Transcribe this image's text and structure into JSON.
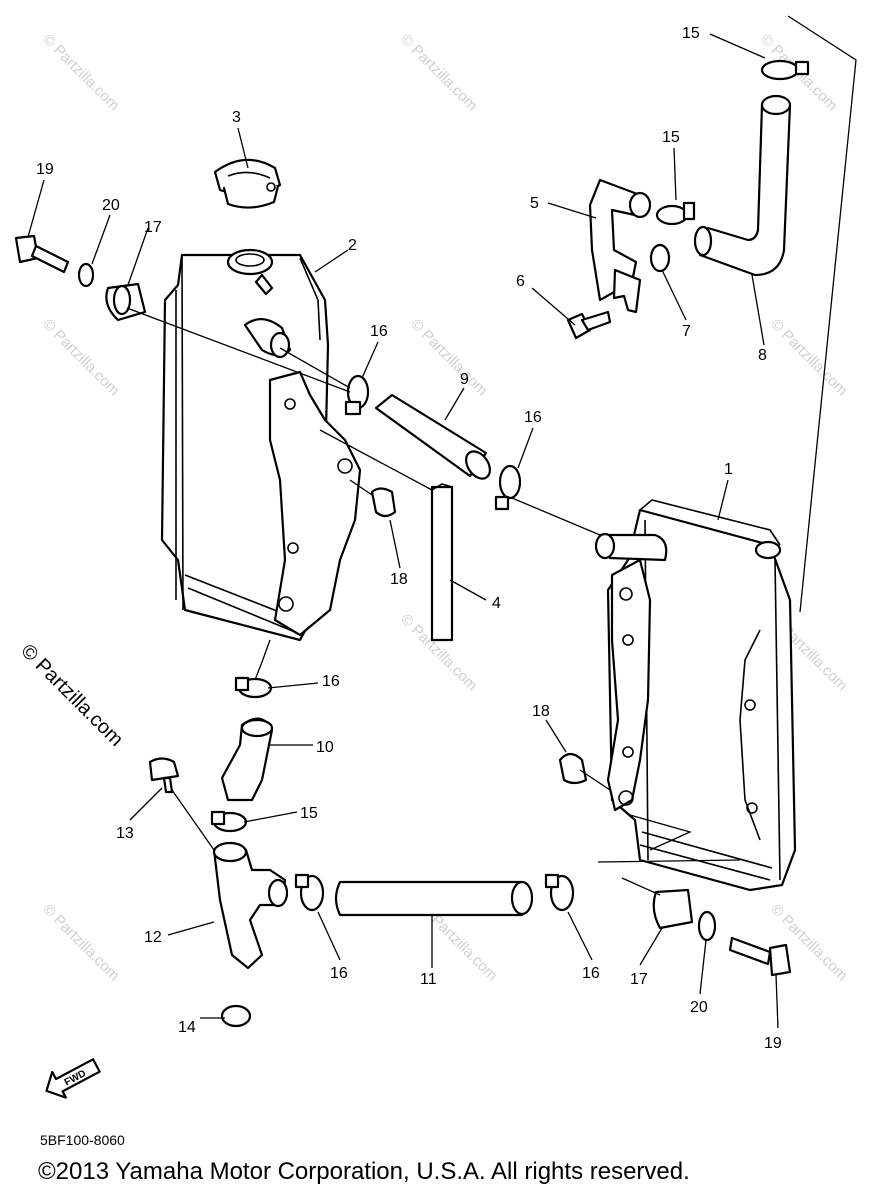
{
  "watermark": "© Partzilla.com",
  "callouts": [
    "1",
    "2",
    "3",
    "4",
    "5",
    "6",
    "7",
    "8",
    "9",
    "10",
    "11",
    "12",
    "13",
    "14",
    "15",
    "15",
    "15",
    "16",
    "16",
    "16",
    "16",
    "16",
    "17",
    "17",
    "18",
    "18",
    "19",
    "19",
    "20",
    "20"
  ],
  "direction_marker": "FWD",
  "diagram_code": "5BF100-8060",
  "copyright": "©2013  Yamaha Motor Corporation, U.S.A. All rights reserved."
}
